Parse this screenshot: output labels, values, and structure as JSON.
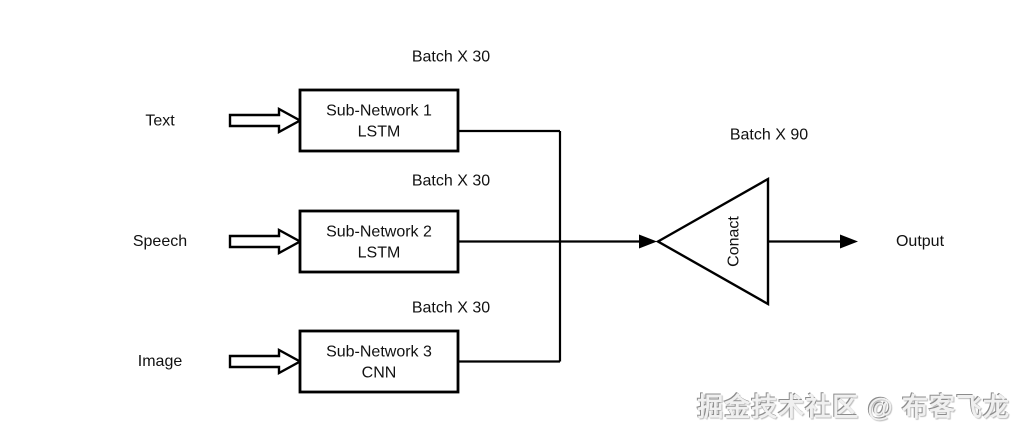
{
  "diagram": {
    "rows": [
      {
        "input": "Text",
        "title": "Sub-Network 1",
        "subtitle": "LSTM",
        "batch": "Batch X 30"
      },
      {
        "input": "Speech",
        "title": "Sub-Network 2",
        "subtitle": "LSTM",
        "batch": "Batch X 30"
      },
      {
        "input": "Image",
        "title": "Sub-Network 3",
        "subtitle": "CNN",
        "batch": "Batch X 30"
      }
    ],
    "concat": {
      "label": "Conact",
      "batch": "Batch X 90"
    },
    "output_label": "Output",
    "colors": {
      "stroke": "#000000",
      "background": "#ffffff",
      "box_fill": "#ffffff"
    }
  },
  "watermark": {
    "text": "掘金技术社区 @ 布客飞龙",
    "color": "#8c8c8c"
  }
}
